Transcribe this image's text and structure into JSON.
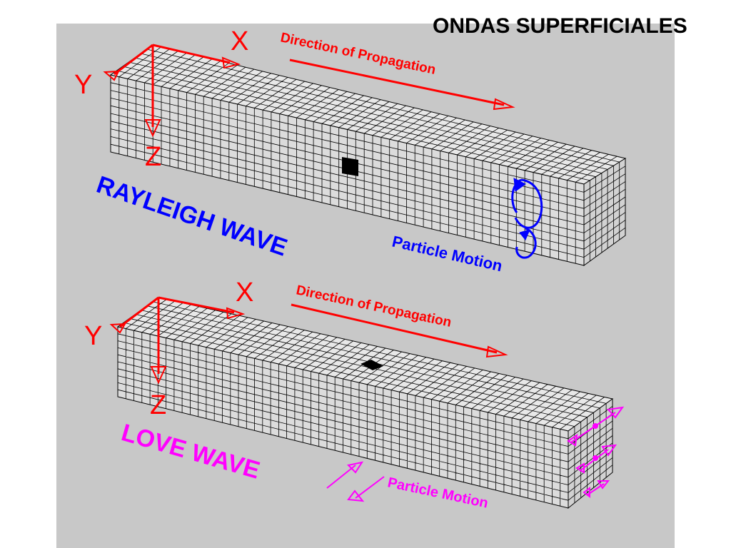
{
  "title": "ONDAS SUPERFICIALES",
  "colors": {
    "background": "#c8c8c8",
    "grid_line": "#000000",
    "face": "#e8e8e8",
    "axes": "#ff0000",
    "rayleigh": "#0000ff",
    "love": "#ff00ff"
  },
  "rayleigh": {
    "axis_x": "X",
    "axis_y": "Y",
    "axis_z": "Z",
    "direction_label": "Direction of Propagation",
    "wave_label": "RAYLEIGH WAVE",
    "motion_label": "Particle Motion"
  },
  "love": {
    "axis_x": "X",
    "axis_y": "Y",
    "axis_z": "Z",
    "direction_label": "Direction of Propagation",
    "wave_label": "LOVE WAVE",
    "motion_label": "Particle Motion"
  }
}
